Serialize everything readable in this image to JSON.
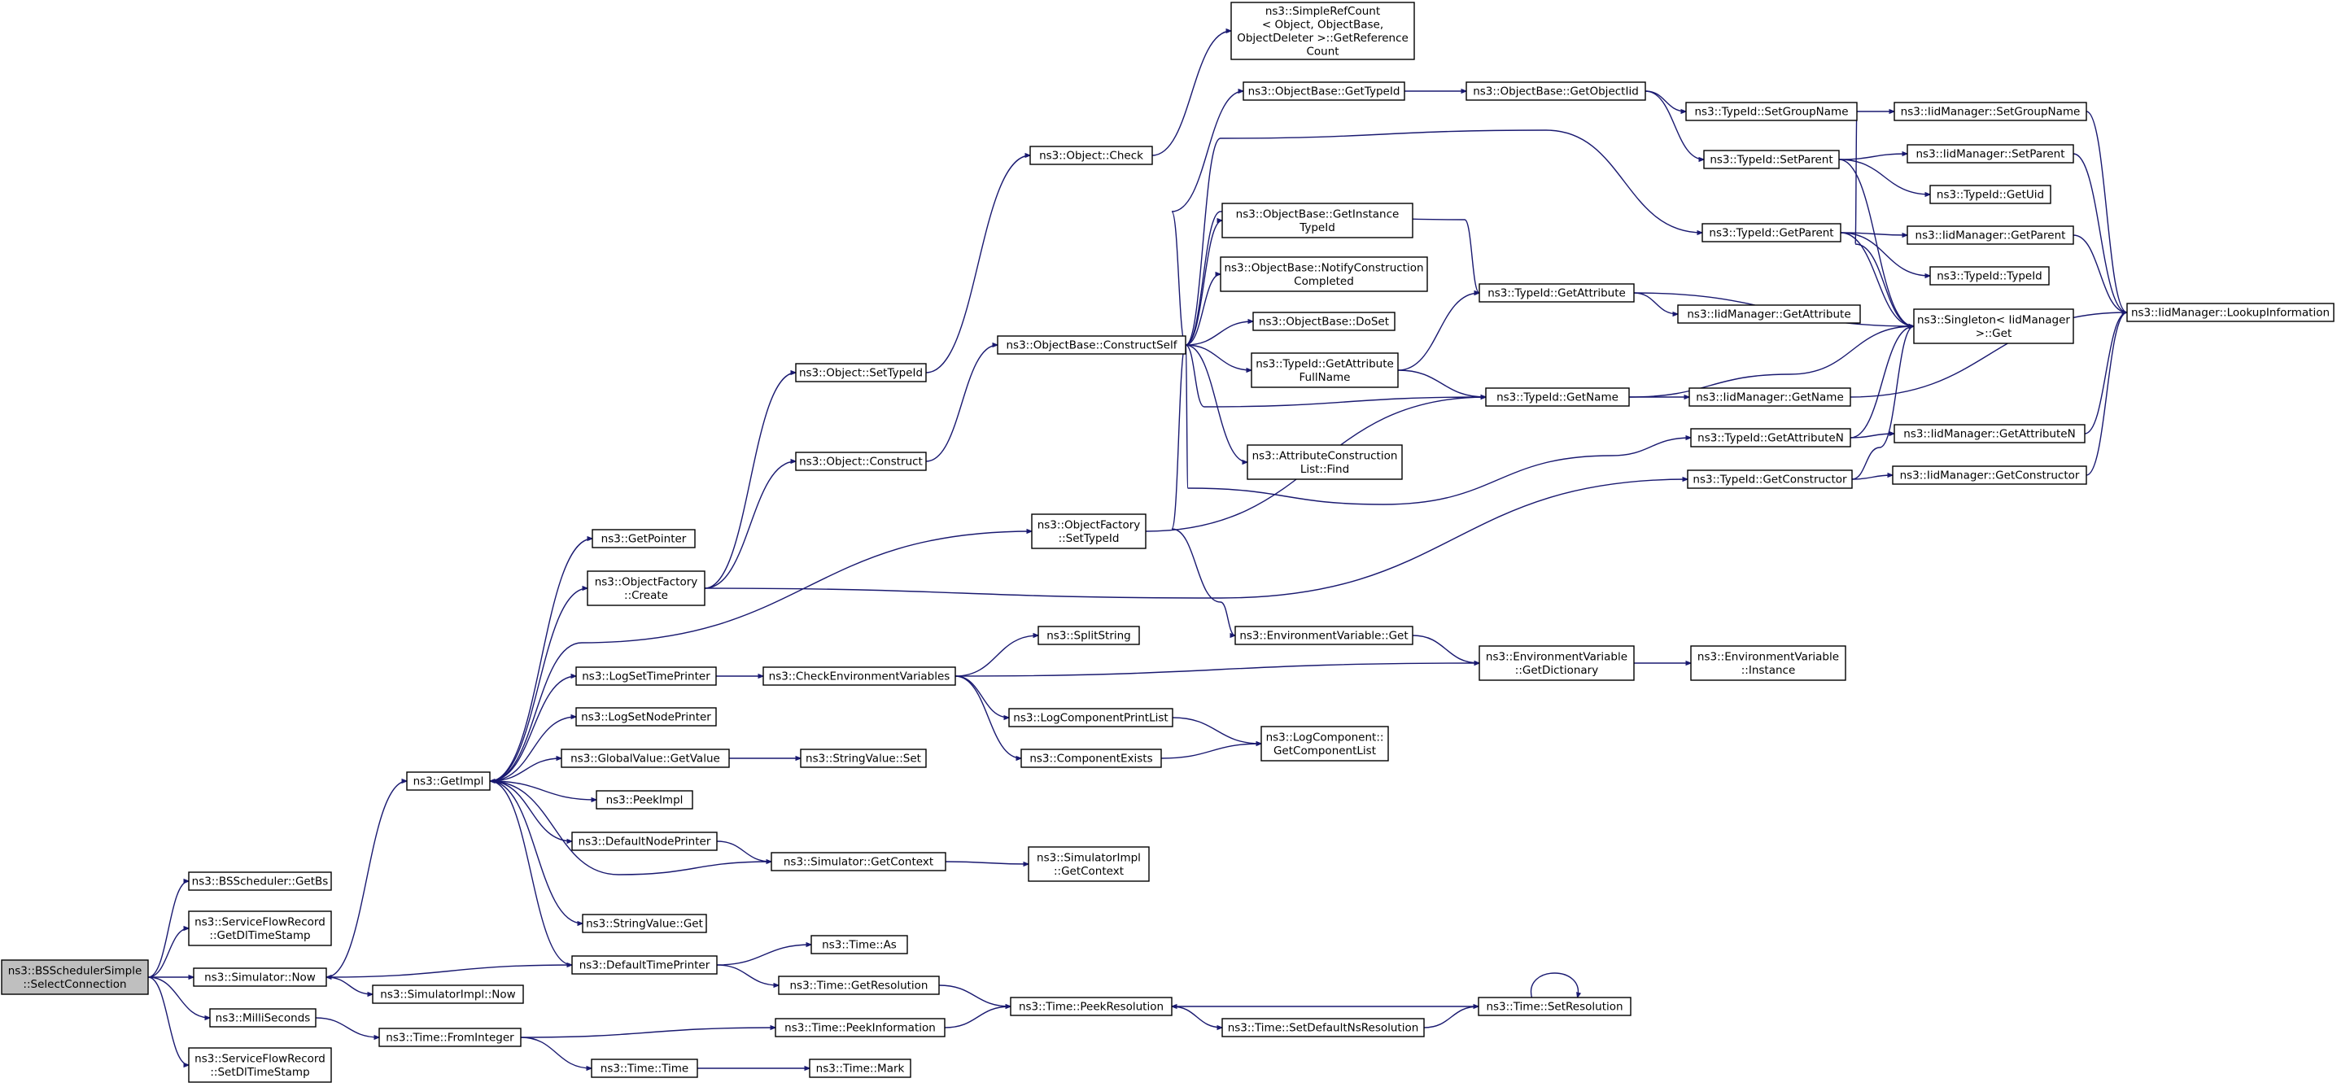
{
  "nodes": [
    {
      "id": "root",
      "lines": [
        "ns3::BSSchedulerSimple",
        "::SelectConnection"
      ],
      "root": true
    },
    {
      "id": "bsGetBs",
      "lines": [
        "ns3::BSScheduler::GetBs"
      ]
    },
    {
      "id": "sfGetDl",
      "lines": [
        "ns3::ServiceFlowRecord",
        "::GetDlTimeStamp"
      ]
    },
    {
      "id": "simNow",
      "lines": [
        "ns3::Simulator::Now"
      ]
    },
    {
      "id": "milli",
      "lines": [
        "ns3::MilliSeconds"
      ]
    },
    {
      "id": "sfSetDl",
      "lines": [
        "ns3::ServiceFlowRecord",
        "::SetDlTimeStamp"
      ]
    },
    {
      "id": "getImpl",
      "lines": [
        "ns3::GetImpl"
      ]
    },
    {
      "id": "simImplNow",
      "lines": [
        "ns3::SimulatorImpl::Now"
      ]
    },
    {
      "id": "fromInt",
      "lines": [
        "ns3::Time::FromInteger"
      ]
    },
    {
      "id": "getPointer",
      "lines": [
        "ns3::GetPointer"
      ]
    },
    {
      "id": "ofCreate",
      "lines": [
        "ns3::ObjectFactory",
        "::Create"
      ]
    },
    {
      "id": "logSetTime",
      "lines": [
        "ns3::LogSetTimePrinter"
      ]
    },
    {
      "id": "logSetNode",
      "lines": [
        "ns3::LogSetNodePrinter"
      ]
    },
    {
      "id": "gvGetValue",
      "lines": [
        "ns3::GlobalValue::GetValue"
      ]
    },
    {
      "id": "peekImpl",
      "lines": [
        "ns3::PeekImpl"
      ]
    },
    {
      "id": "defNode",
      "lines": [
        "ns3::DefaultNodePrinter"
      ]
    },
    {
      "id": "svGet",
      "lines": [
        "ns3::StringValue::Get"
      ]
    },
    {
      "id": "defTime",
      "lines": [
        "ns3::DefaultTimePrinter"
      ]
    },
    {
      "id": "timeTime",
      "lines": [
        "ns3::Time::Time"
      ]
    },
    {
      "id": "objSetTypeId",
      "lines": [
        "ns3::Object::SetTypeId"
      ]
    },
    {
      "id": "objConstruct",
      "lines": [
        "ns3::Object::Construct"
      ]
    },
    {
      "id": "ofSetTypeId",
      "lines": [
        "ns3::ObjectFactory",
        "::SetTypeId"
      ]
    },
    {
      "id": "checkEnv",
      "lines": [
        "ns3::CheckEnvironmentVariables"
      ]
    },
    {
      "id": "svSet",
      "lines": [
        "ns3::StringValue::Set"
      ]
    },
    {
      "id": "simGetCtx",
      "lines": [
        "ns3::Simulator::GetContext"
      ]
    },
    {
      "id": "timeAs",
      "lines": [
        "ns3::Time::As"
      ]
    },
    {
      "id": "timeGetRes",
      "lines": [
        "ns3::Time::GetResolution"
      ]
    },
    {
      "id": "timePeekInfo",
      "lines": [
        "ns3::Time::PeekInformation"
      ]
    },
    {
      "id": "timeMark",
      "lines": [
        "ns3::Time::Mark"
      ]
    },
    {
      "id": "objCheck",
      "lines": [
        "ns3::Object::Check"
      ]
    },
    {
      "id": "obConstructSelf",
      "lines": [
        "ns3::ObjectBase::ConstructSelf"
      ]
    },
    {
      "id": "splitString",
      "lines": [
        "ns3::SplitString"
      ]
    },
    {
      "id": "logCompPrint",
      "lines": [
        "ns3::LogComponentPrintList"
      ]
    },
    {
      "id": "compExists",
      "lines": [
        "ns3::ComponentExists"
      ]
    },
    {
      "id": "simImplGetCtx",
      "lines": [
        "ns3::SimulatorImpl",
        "::GetContext"
      ]
    },
    {
      "id": "timePeekRes",
      "lines": [
        "ns3::Time::PeekResolution"
      ]
    },
    {
      "id": "timeSetDef",
      "lines": [
        "ns3::Time::SetDefaultNsResolution"
      ]
    },
    {
      "id": "simpleRef",
      "lines": [
        "ns3::SimpleRefCount",
        "< Object, ObjectBase,",
        "ObjectDeleter >::GetReference",
        "Count"
      ]
    },
    {
      "id": "obGetTypeId",
      "lines": [
        "ns3::ObjectBase::GetTypeId"
      ]
    },
    {
      "id": "obGetInst",
      "lines": [
        "ns3::ObjectBase::GetInstance",
        "TypeId"
      ]
    },
    {
      "id": "obNotify",
      "lines": [
        "ns3::ObjectBase::NotifyConstruction",
        "Completed"
      ]
    },
    {
      "id": "obDoSet",
      "lines": [
        "ns3::ObjectBase::DoSet"
      ]
    },
    {
      "id": "tidGetAttrFull",
      "lines": [
        "ns3::TypeId::GetAttribute",
        "FullName"
      ]
    },
    {
      "id": "acFind",
      "lines": [
        "ns3::AttributeConstruction",
        "List::Find"
      ]
    },
    {
      "id": "envGet",
      "lines": [
        "ns3::EnvironmentVariable::Get"
      ]
    },
    {
      "id": "logCompGetList",
      "lines": [
        "ns3::LogComponent::",
        "GetComponentList"
      ]
    },
    {
      "id": "obGetObjTid",
      "lines": [
        "ns3::ObjectBase::GetObjectIid"
      ]
    },
    {
      "id": "tidGetAttr",
      "lines": [
        "ns3::TypeId::GetAttribute"
      ]
    },
    {
      "id": "tidGetName",
      "lines": [
        "ns3::TypeId::GetName"
      ]
    },
    {
      "id": "envGetDict",
      "lines": [
        "ns3::EnvironmentVariable",
        "::GetDictionary"
      ]
    },
    {
      "id": "timeSetRes",
      "lines": [
        "ns3::Time::SetResolution"
      ]
    },
    {
      "id": "tidSetGroup",
      "lines": [
        "ns3::TypeId::SetGroupName"
      ]
    },
    {
      "id": "tidSetParent",
      "lines": [
        "ns3::TypeId::SetParent"
      ]
    },
    {
      "id": "tidGetParent",
      "lines": [
        "ns3::TypeId::GetParent"
      ]
    },
    {
      "id": "iidGetAttr",
      "lines": [
        "ns3::IidManager::GetAttribute"
      ]
    },
    {
      "id": "tidGetAttrN",
      "lines": [
        "ns3::TypeId::GetAttributeN"
      ]
    },
    {
      "id": "tidGetCtor",
      "lines": [
        "ns3::TypeId::GetConstructor"
      ]
    },
    {
      "id": "iidGetName",
      "lines": [
        "ns3::IidManager::GetName"
      ]
    },
    {
      "id": "envInstance",
      "lines": [
        "ns3::EnvironmentVariable",
        "::Instance"
      ]
    },
    {
      "id": "iidSetGroup",
      "lines": [
        "ns3::IidManager::SetGroupName"
      ]
    },
    {
      "id": "iidSetParent",
      "lines": [
        "ns3::IidManager::SetParent"
      ]
    },
    {
      "id": "tidGetUid",
      "lines": [
        "ns3::TypeId::GetUid"
      ]
    },
    {
      "id": "iidGetParent",
      "lines": [
        "ns3::IidManager::GetParent"
      ]
    },
    {
      "id": "tidTypeId",
      "lines": [
        "ns3::TypeId::TypeId"
      ]
    },
    {
      "id": "singleton",
      "lines": [
        "ns3::Singleton< IidManager",
        ">::Get"
      ]
    },
    {
      "id": "iidGetAttrN",
      "lines": [
        "ns3::IidManager::GetAttributeN"
      ]
    },
    {
      "id": "iidGetCtor",
      "lines": [
        "ns3::IidManager::GetConstructor"
      ]
    },
    {
      "id": "iidLookup",
      "lines": [
        "ns3::IidManager::LookupInformation"
      ]
    }
  ],
  "edges": [
    [
      "root",
      "bsGetBs"
    ],
    [
      "root",
      "sfGetDl"
    ],
    [
      "root",
      "simNow"
    ],
    [
      "root",
      "milli"
    ],
    [
      "root",
      "sfSetDl"
    ],
    [
      "simNow",
      "getImpl"
    ],
    [
      "simNow",
      "simImplNow"
    ],
    [
      "milli",
      "fromInt"
    ],
    [
      "getImpl",
      "getPointer"
    ],
    [
      "getImpl",
      "ofCreate"
    ],
    [
      "getImpl",
      "ofSetTypeId"
    ],
    [
      "getImpl",
      "logSetTime"
    ],
    [
      "getImpl",
      "logSetNode"
    ],
    [
      "getImpl",
      "gvGetValue"
    ],
    [
      "getImpl",
      "peekImpl"
    ],
    [
      "getImpl",
      "defNode"
    ],
    [
      "getImpl",
      "svGet"
    ],
    [
      "getImpl",
      "defTime"
    ],
    [
      "simGetCtx",
      "getImpl"
    ],
    [
      "defTime",
      "simNow"
    ],
    [
      "defTime",
      "timeAs"
    ],
    [
      "defTime",
      "timeGetRes"
    ],
    [
      "fromInt",
      "timeTime"
    ],
    [
      "fromInt",
      "timePeekInfo"
    ],
    [
      "timeTime",
      "timeMark"
    ],
    [
      "ofCreate",
      "objSetTypeId"
    ],
    [
      "ofCreate",
      "objConstruct"
    ],
    [
      "ofCreate",
      "tidGetCtor"
    ],
    [
      "objSetTypeId",
      "objCheck"
    ],
    [
      "objCheck",
      "simpleRef"
    ],
    [
      "objConstruct",
      "obConstructSelf"
    ],
    [
      "ofSetTypeId",
      "tidGetName"
    ],
    [
      "logSetTime",
      "checkEnv"
    ],
    [
      "checkEnv",
      "splitString"
    ],
    [
      "checkEnv",
      "envGetDict"
    ],
    [
      "checkEnv",
      "logCompPrint"
    ],
    [
      "checkEnv",
      "compExists"
    ],
    [
      "logCompPrint",
      "logCompGetList"
    ],
    [
      "compExists",
      "logCompGetList"
    ],
    [
      "gvGetValue",
      "svSet"
    ],
    [
      "defNode",
      "simGetCtx"
    ],
    [
      "simGetCtx",
      "simImplGetCtx"
    ],
    [
      "timeGetRes",
      "timePeekRes"
    ],
    [
      "timePeekInfo",
      "timePeekRes"
    ],
    [
      "timePeekRes",
      "timeSetDef"
    ],
    [
      "timeSetDef",
      "timeSetRes"
    ],
    [
      "timeSetRes",
      "timePeekRes"
    ],
    [
      "timeSetRes",
      "timeSetRes"
    ],
    [
      "obConstructSelf",
      "obGetTypeId"
    ],
    [
      "obConstructSelf",
      "tidGetParent"
    ],
    [
      "obConstructSelf",
      "tidGetAttr"
    ],
    [
      "obConstructSelf",
      "obGetInst"
    ],
    [
      "obConstructSelf",
      "obNotify"
    ],
    [
      "obConstructSelf",
      "obDoSet"
    ],
    [
      "obConstructSelf",
      "tidGetAttrFull"
    ],
    [
      "obConstructSelf",
      "tidGetName"
    ],
    [
      "obConstructSelf",
      "acFind"
    ],
    [
      "obConstructSelf",
      "envGet"
    ],
    [
      "obConstructSelf",
      "tidGetAttrN"
    ],
    [
      "obGetTypeId",
      "obGetObjTid"
    ],
    [
      "obGetObjTid",
      "tidSetGroup"
    ],
    [
      "obGetObjTid",
      "tidSetParent"
    ],
    [
      "tidGetAttrFull",
      "tidGetAttr"
    ],
    [
      "tidGetAttrFull",
      "tidGetName"
    ],
    [
      "envGet",
      "envGetDict"
    ],
    [
      "envGetDict",
      "envInstance"
    ],
    [
      "tidGetAttr",
      "iidGetAttr"
    ],
    [
      "tidGetAttr",
      "singleton"
    ],
    [
      "tidGetName",
      "iidGetName"
    ],
    [
      "tidGetName",
      "singleton"
    ],
    [
      "tidSetGroup",
      "iidSetGroup"
    ],
    [
      "tidSetGroup",
      "singleton"
    ],
    [
      "tidSetParent",
      "iidSetParent"
    ],
    [
      "tidSetParent",
      "tidGetUid"
    ],
    [
      "tidSetParent",
      "singleton"
    ],
    [
      "tidGetParent",
      "iidGetParent"
    ],
    [
      "tidGetParent",
      "tidTypeId"
    ],
    [
      "tidGetParent",
      "singleton"
    ],
    [
      "tidGetAttrN",
      "iidGetAttrN"
    ],
    [
      "tidGetAttrN",
      "singleton"
    ],
    [
      "tidGetCtor",
      "iidGetCtor"
    ],
    [
      "tidGetCtor",
      "singleton"
    ],
    [
      "iidSetGroup",
      "iidLookup"
    ],
    [
      "iidSetParent",
      "iidLookup"
    ],
    [
      "iidGetParent",
      "iidLookup"
    ],
    [
      "iidGetName",
      "iidLookup"
    ],
    [
      "iidGetAttrN",
      "iidLookup"
    ],
    [
      "iidGetCtor",
      "iidLookup"
    ]
  ],
  "colors": {
    "edge": "#191970",
    "border": "#000000",
    "root_fill": "#bfbfbf",
    "node_fill": "#ffffff"
  }
}
